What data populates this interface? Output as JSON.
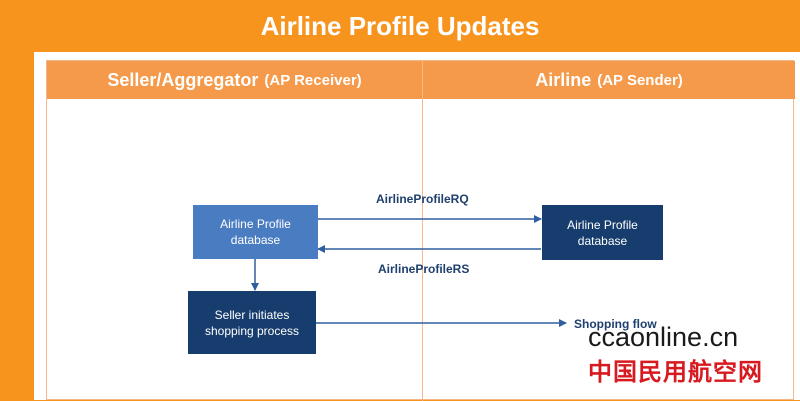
{
  "title": "Airline Profile Updates",
  "columns": {
    "left": {
      "name": "Seller/Aggregator",
      "role": "(AP Receiver)"
    },
    "right": {
      "name": "Airline",
      "role": "(AP Sender)"
    }
  },
  "boxes": {
    "seller_db": {
      "line1": "Airline Profile",
      "line2": "database"
    },
    "airline_db": {
      "line1": "Airline Profile",
      "line2": "database"
    },
    "seller_shop": {
      "line1": "Seller initiates",
      "line2": "shopping process"
    }
  },
  "messages": {
    "request": "AirlineProfileRQ",
    "response": "AirlineProfileRS",
    "shopping": "Shopping flow"
  },
  "watermark": {
    "line1": "ccaonline.cn",
    "line2": "中国民用航空网"
  },
  "colors": {
    "orange": "#f7941d",
    "header": "#f59a4a",
    "box_light": "#4a7cc1",
    "box_dark": "#173d6e",
    "text_navy": "#1f3f6e"
  }
}
